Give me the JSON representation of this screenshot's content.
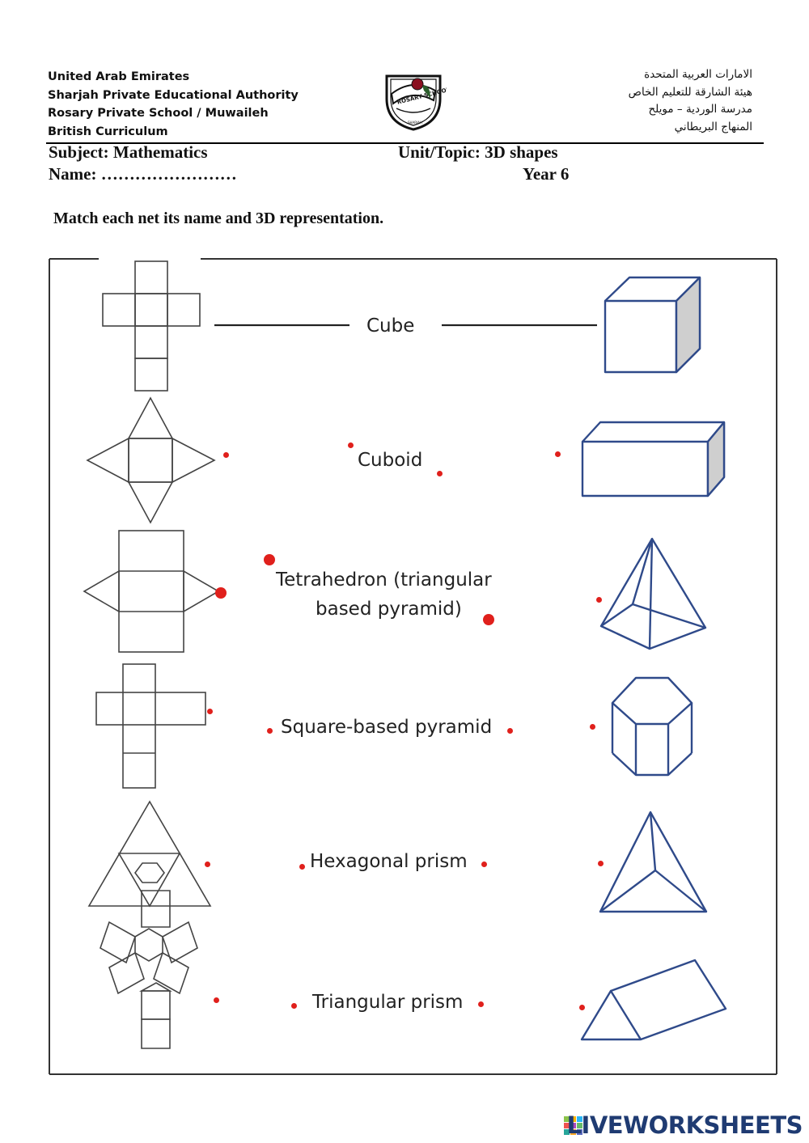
{
  "header": {
    "english_lines": [
      "United Arab Emirates",
      "Sharjah Private Educational Authority",
      "Rosary Private School / Muwaileh",
      "British Curriculum"
    ],
    "arabic_lines": [
      "الامارات العربية المتحدة",
      "هيئة الشارقة للتعليم الخاص",
      "مدرسة الوردية – مويلح",
      "المنهاج البريطاني"
    ],
    "logo_text": "ROSARY SCHOOL",
    "logo_subtext": "SHARJAH"
  },
  "info": {
    "subject": "Subject:  Mathematics",
    "topic": "Unit/Topic: 3D shapes",
    "name": "Name: ……………………",
    "year": "Year 6"
  },
  "instruction": "Match each net its name and 3D representation.",
  "shape_names": [
    "Cube",
    "Cuboid",
    "Tetrahedron (triangular",
    "based pyramid)",
    "Square-based pyramid",
    "Hexagonal prism",
    "Triangular prism"
  ],
  "colors": {
    "shape_blue": "#2f4a8a",
    "dot_red": "#e0201c",
    "brand_blue": "#1f3b72"
  },
  "footer": {
    "brand": "LIVEWORKSHEETS",
    "brand_icon": "liveworksheets-logo-icon"
  }
}
